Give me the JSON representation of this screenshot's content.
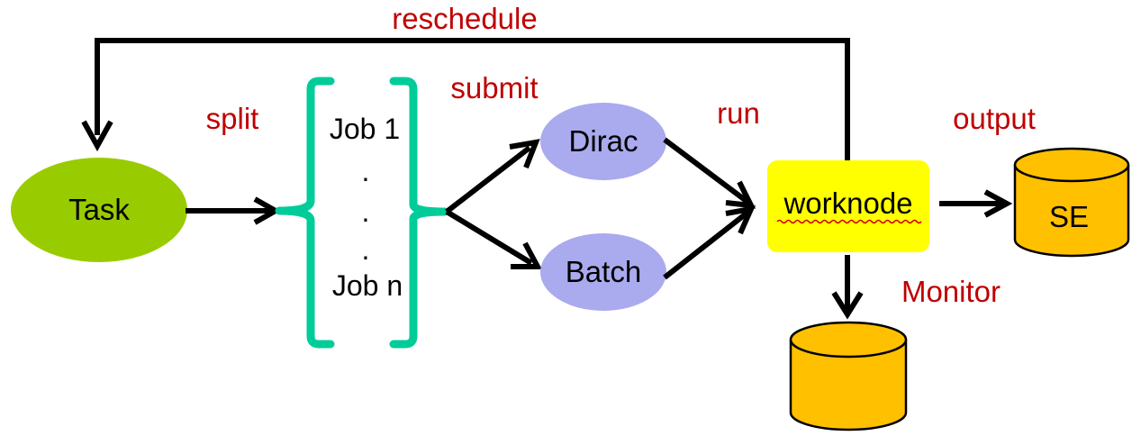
{
  "labels": {
    "reschedule": "reschedule",
    "split": "split",
    "submit": "submit",
    "run": "run",
    "output": "output",
    "monitor": "Monitor"
  },
  "nodes": {
    "task": "Task",
    "dirac": "Dirac",
    "batch": "Batch",
    "worknode": "worknode",
    "se": "SE"
  },
  "jobs": {
    "first": "Job 1",
    "dots": [
      ".",
      ".",
      "."
    ],
    "last": "Job n"
  },
  "colors": {
    "task_fill": "#99cc00",
    "backend_fill": "#aaaaee",
    "worknode_fill": "#ffff00",
    "storage_fill": "#ffc000",
    "storage_stroke": "#000000",
    "bracket": "#00cc99",
    "label_red": "#c00000"
  }
}
